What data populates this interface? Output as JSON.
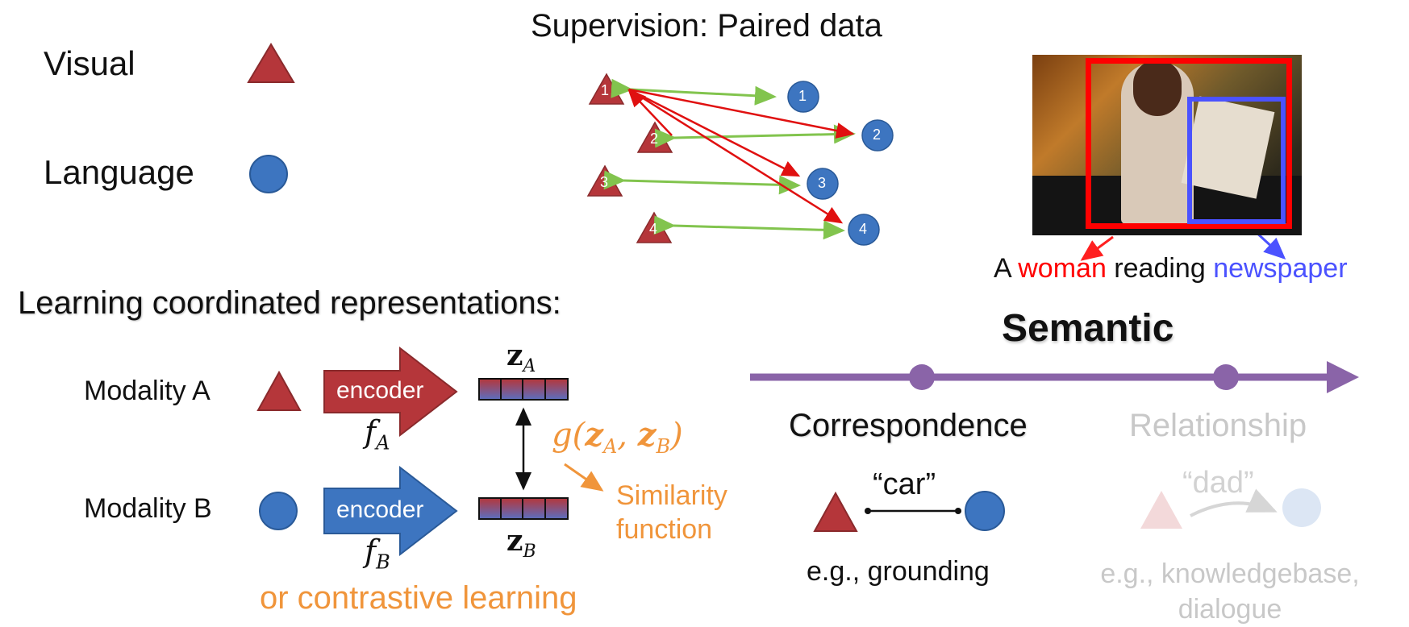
{
  "supervision_title": "Supervision: Paired data",
  "legend": {
    "visual_label": "Visual",
    "language_label": "Language"
  },
  "paired": {
    "triangle_labels": [
      "1",
      "2",
      "3",
      "4"
    ],
    "circle_labels": [
      "1",
      "2",
      "3",
      "4"
    ]
  },
  "caption": {
    "prefix": "A ",
    "word1": "woman",
    "middle": " reading ",
    "word2": "newspaper"
  },
  "learning_title": "Learning coordinated representations:",
  "modality_a": {
    "label": "Modality A",
    "encoder": "encoder",
    "f_base": "f",
    "f_sub": "A",
    "z_base": "z",
    "z_sub": "A"
  },
  "modality_b": {
    "label": "Modality B",
    "encoder": "encoder",
    "f_base": "f",
    "f_sub": "B",
    "z_base": "z",
    "z_sub": "B"
  },
  "similarity": {
    "g_prefix": "g(",
    "za": "z",
    "za_sub": "A",
    "comma": ", ",
    "zb": "z",
    "zb_sub": "B",
    "suffix": ")",
    "line1": "Similarity",
    "line2": "function"
  },
  "contrastive": "or contrastive learning",
  "semantic": {
    "title": "Semantic",
    "correspondence": "Correspondence",
    "relationship": "Relationship",
    "car_quote": "“car”",
    "dad_quote": "“dad”",
    "eg_grounding": "e.g., grounding",
    "eg_kb_line1": "e.g., knowledgebase,",
    "eg_kb_line2": "dialogue"
  },
  "colors": {
    "red": "#b5363a",
    "blue": "#3d75c0",
    "green": "#82c44e",
    "arrow_red": "#e01010",
    "purple": "#8a64a8",
    "orange": "#f0953b",
    "box_red": "#ff0000",
    "box_blue": "#4b52ff"
  }
}
